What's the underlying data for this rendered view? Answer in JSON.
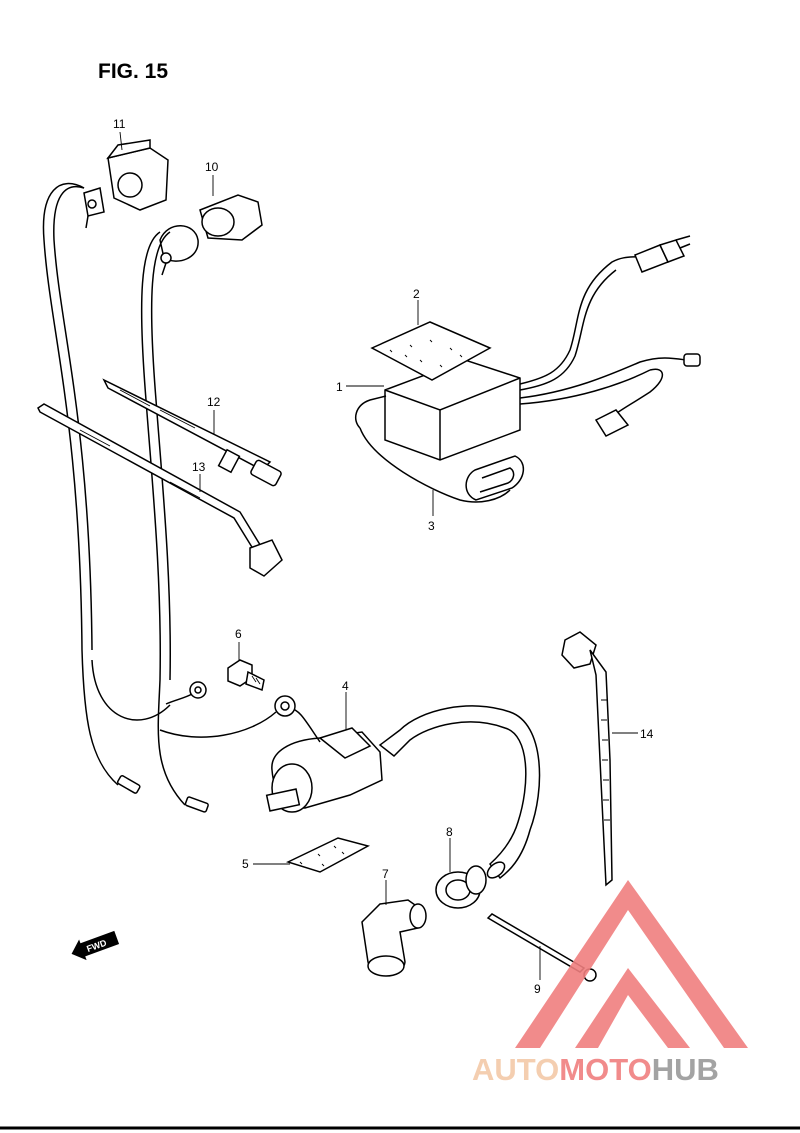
{
  "figure": {
    "title": "FIG. 15"
  },
  "callouts": [
    "1",
    "2",
    "3",
    "4",
    "5",
    "6",
    "7",
    "8",
    "9",
    "10",
    "11",
    "12",
    "13",
    "14"
  ],
  "direction_badge": {
    "label": "FWD"
  },
  "watermark": {
    "parts": [
      {
        "text": "AUTO",
        "color": "#f3c9a8"
      },
      {
        "text": "MOTO",
        "color": "#f07f7f"
      },
      {
        "text": "HUB",
        "color": "#9a9a9a"
      }
    ],
    "logo_color": "#f07f7f"
  }
}
